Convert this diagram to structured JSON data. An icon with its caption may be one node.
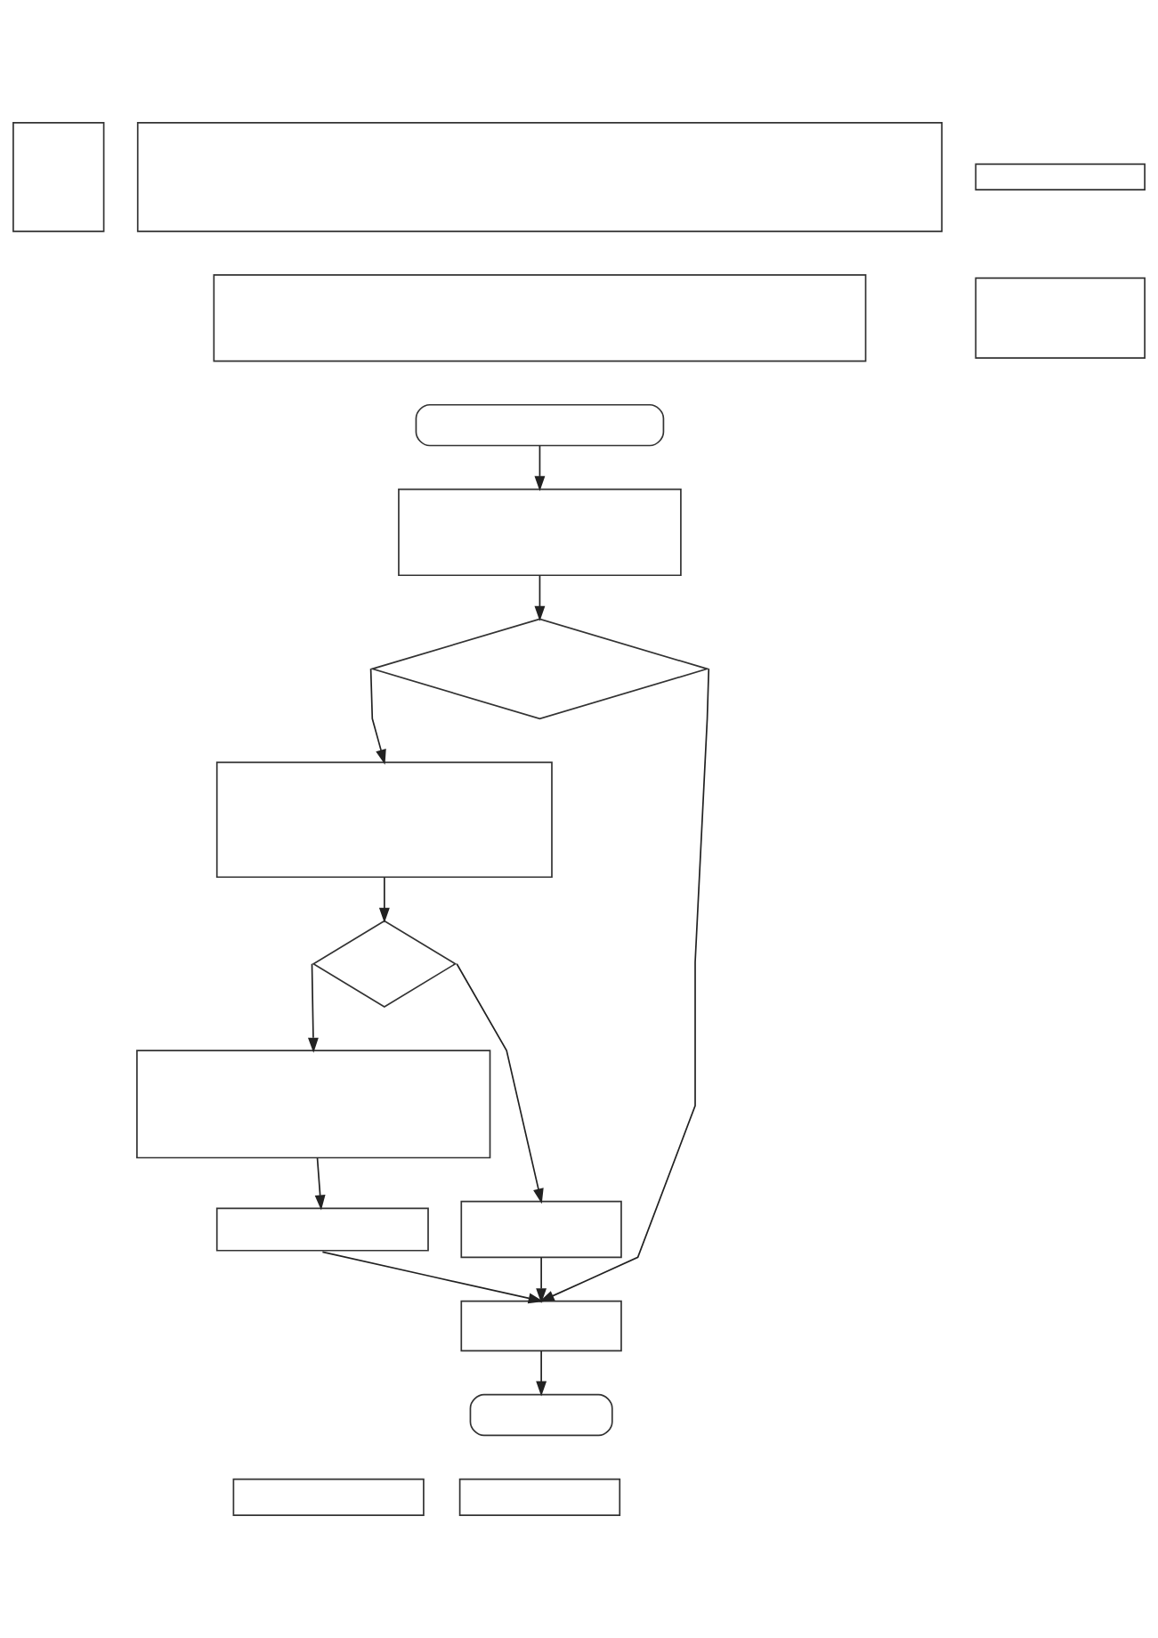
{
  "diagram": {
    "nodes": [
      {
        "text": [],
        "shape": "box"
      },
      {
        "text": [],
        "shape": "box"
      },
      {
        "text": [],
        "shape": "box"
      },
      {
        "text": [],
        "shape": "box"
      },
      {
        "text": [],
        "shape": "box"
      },
      {
        "text": [],
        "shape": "oval"
      },
      {
        "text": [],
        "shape": "box"
      },
      {
        "text": [],
        "shape": "diamond"
      },
      {
        "text": [],
        "shape": "box"
      },
      {
        "text": [],
        "shape": "diamond"
      },
      {
        "text": [],
        "shape": "box"
      },
      {
        "text": [],
        "shape": "box"
      },
      {
        "text": [],
        "shape": "box"
      },
      {
        "text": [],
        "shape": "box"
      },
      {
        "text": [],
        "shape": "oval"
      },
      {
        "text": [],
        "shape": "box"
      },
      {
        "text": [],
        "shape": "box"
      }
    ],
    "edges": [
      {
        "from": 5,
        "to": 6,
        "arrow": "to"
      },
      {
        "from": 6,
        "to": 7,
        "arrow": "to"
      },
      {
        "from": 7,
        "to": 8,
        "arrow": "to"
      },
      {
        "from": 7,
        "to": 13,
        "arrow": "to"
      },
      {
        "from": 8,
        "to": 9,
        "arrow": "to"
      },
      {
        "from": 9,
        "to": 10,
        "arrow": "to"
      },
      {
        "from": 9,
        "to": 12,
        "arrow": "to"
      },
      {
        "from": 10,
        "to": 11,
        "arrow": "to"
      },
      {
        "from": 11,
        "to": 13,
        "arrow": "to"
      },
      {
        "from": 12,
        "to": 13,
        "arrow": "to"
      },
      {
        "from": 13,
        "to": 14,
        "arrow": "to"
      }
    ]
  }
}
